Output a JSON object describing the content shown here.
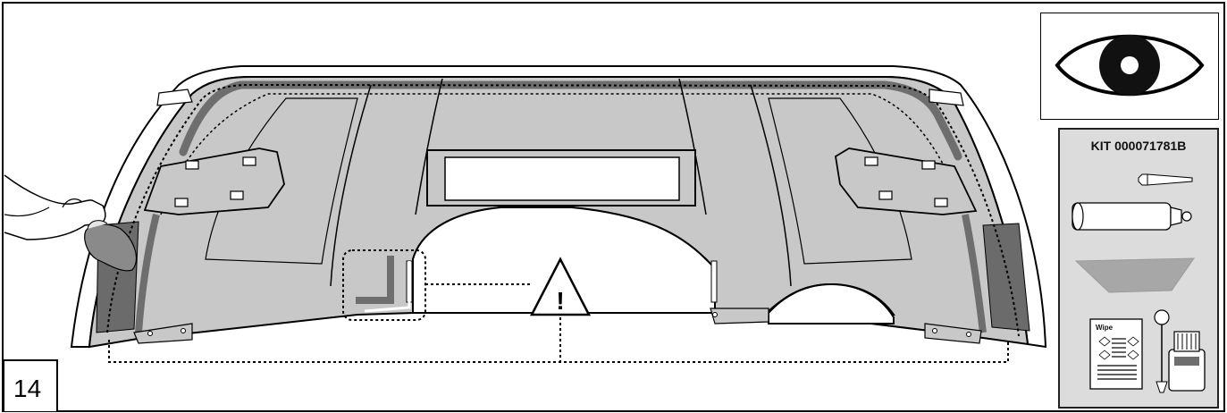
{
  "step": {
    "number": "14"
  },
  "kit": {
    "title": "KIT 000071781B"
  },
  "wipe": {
    "label": "Wipe"
  },
  "warning": {
    "symbol": "!"
  },
  "icons": [
    "eye-icon",
    "warning-icon",
    "hand-icon",
    "glue-tube-icon",
    "adhesive-cartridge-icon",
    "foam-strip-icon",
    "wipe-sachet-icon",
    "primer-bottle-icon"
  ],
  "colors": {
    "panel": "#c8c8c8",
    "tape": "#6e6e6e",
    "kit_bg": "#dcdcdc",
    "outline": "#000000"
  }
}
